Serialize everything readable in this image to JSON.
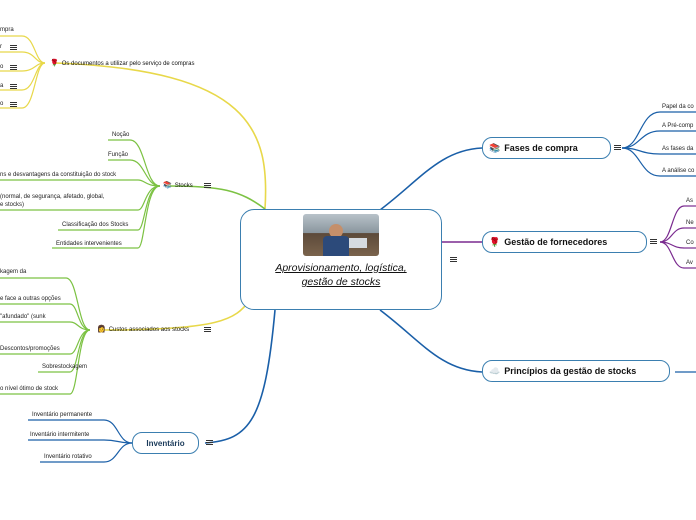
{
  "central": {
    "title_line1": "Aprovisionamento, logística,",
    "title_line2": "gestão de stocks"
  },
  "right": {
    "fases": {
      "label": "Fases de compra",
      "icon": "book-icon",
      "children": [
        "Papel da co",
        "A Pré-comp",
        "As fases da",
        "A análise co"
      ]
    },
    "gestao": {
      "label": "Gestão de fornecedores",
      "icon": "rose-icon",
      "children": [
        "As",
        "Ne",
        "Co",
        "Av"
      ]
    },
    "principios": {
      "label": "Princípios da gestão de stocks",
      "icon": "cloud-icon"
    }
  },
  "left": {
    "documentos": {
      "label": "Os documentos a utilizar pelo serviço de compras",
      "icon": "rose-icon",
      "children": [
        "mpra",
        "r",
        "o",
        "a",
        "o"
      ]
    },
    "stocks": {
      "label": "Stocks",
      "icon": "book-icon",
      "children": [
        "Noção",
        "Função",
        "ns e desvantagens da constituição do stock",
        "(normal, de segurança, afetado,  global,",
        "e stocks)",
        "Classificação dos Stocks",
        "Entidades intervenientes"
      ]
    },
    "custos": {
      "label": "Custos associados aos stocks",
      "icon": "person-icon",
      "children": [
        "kagem da",
        "e face a outras opções",
        "\"afundado\" (sunk",
        "Descontos/promoções",
        "Sobrestockagem",
        "o nível ótimo de stock"
      ]
    },
    "inventario": {
      "label": "Inventário",
      "children": [
        "Inventário permanente",
        "Inventário intermitente",
        "Inventário rotativo"
      ]
    }
  },
  "colors": {
    "blue": "#3b7fb0",
    "purple": "#7a2a8f",
    "yellow": "#e8d84a",
    "green": "#7cc243",
    "navy": "#1a5fa8"
  }
}
